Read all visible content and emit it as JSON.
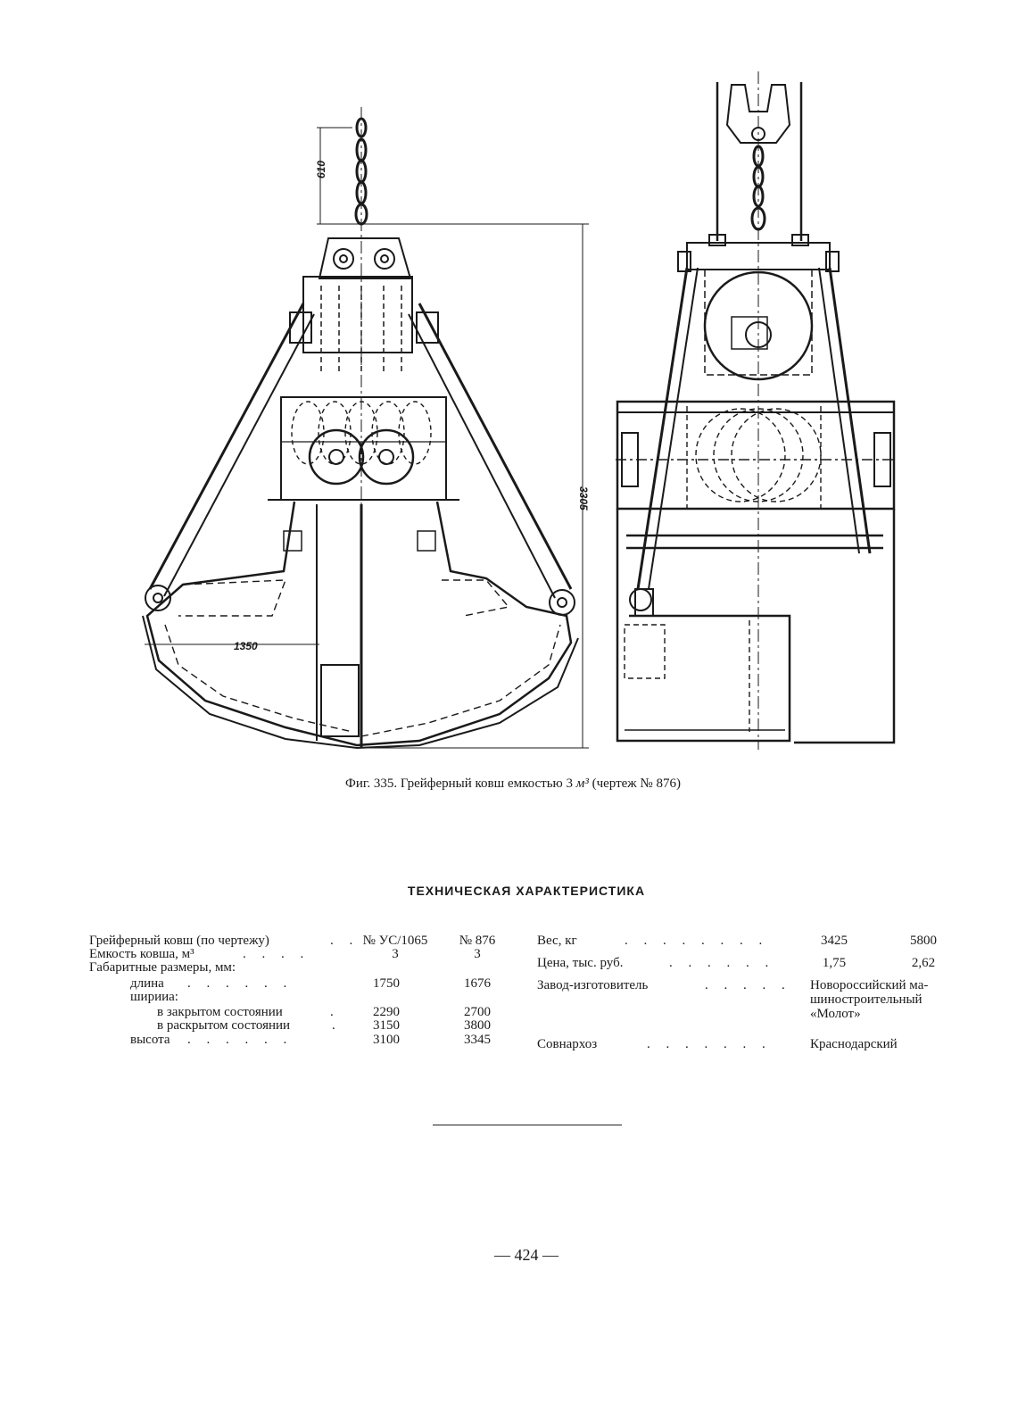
{
  "figure": {
    "caption_prefix": "Фиг. 335.",
    "caption_text": "Грейферный ковш емкостью 3",
    "caption_unit": "м³",
    "caption_suffix": "(чертеж № 876)",
    "dim_top": "610",
    "dim_height": "3305",
    "dim_width": "1350"
  },
  "section_title": "ТЕХНИЧЕСКАЯ ХАРАКТЕРИСТИКА",
  "specs_left": {
    "header_label": "Грейферный ковш (по чертежу)",
    "col1_header": "№ УС/1065",
    "col2_header": "№ 876",
    "capacity_label": "Емкость ковша, м³",
    "capacity_v1": "3",
    "capacity_v2": "3",
    "dims_label": "Габаритные размеры, мм:",
    "length_label": "длина",
    "length_v1": "1750",
    "length_v2": "1676",
    "width_label": "ширииа:",
    "closed_label": "в закрытом состоянии",
    "closed_v1": "2290",
    "closed_v2": "2700",
    "open_label": "в раскрытом состоянии",
    "open_v1": "3150",
    "open_v2": "3800",
    "height_label": "высота",
    "height_v1": "3100",
    "height_v2": "3345"
  },
  "specs_right": {
    "weight_label": "Вес, кг",
    "weight_v1": "3425",
    "weight_v2": "5800",
    "price_label": "Цена, тыс. руб.",
    "price_v1": "1,75",
    "price_v2": "2,62",
    "maker_label": "Завод-изготовитель",
    "maker_line1": "Новороссийский ма-",
    "maker_line2": "шиностроительный",
    "maker_line3": "«Молот»",
    "council_label": "Совнархоз",
    "council_value": "Краснодарский"
  },
  "page_number": "— 424 —"
}
